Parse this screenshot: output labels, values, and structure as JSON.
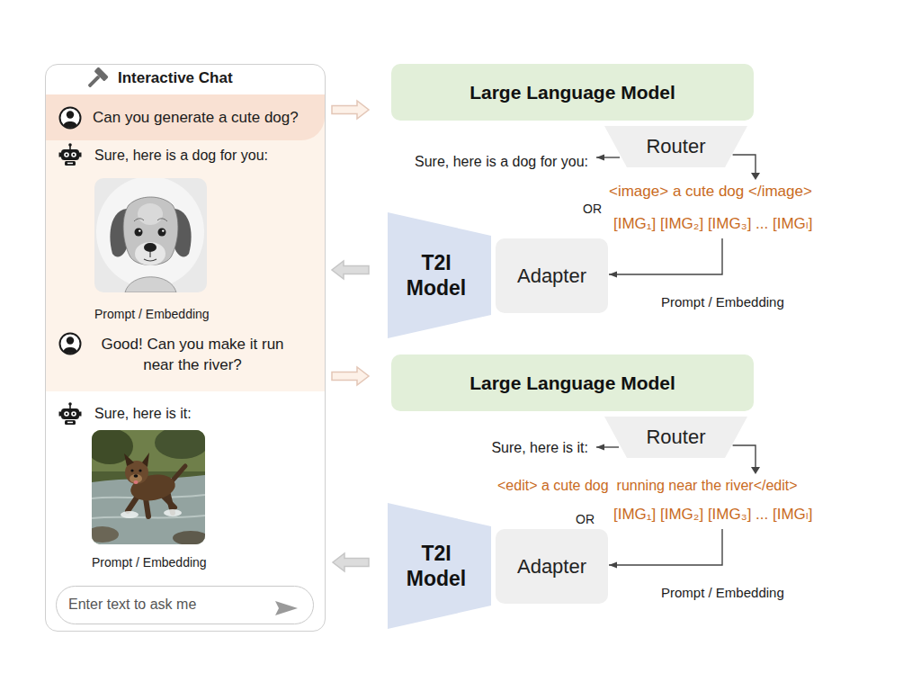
{
  "diagram": {
    "nodes": [
      {
        "text": [
          "Interactive Chat",
          "Sure, here is it:",
          "Prompt / Embedding"
        ]
      },
      {
        "text": [
          "Can you generate a cute dog?"
        ],
        "in": 0
      },
      {
        "text": [
          "Sure, here is a dog for you:",
          "Prompt / Embedding",
          "Good! Can you make it run near the river?"
        ],
        "in": 0
      },
      {
        "text": [
          "Enter text to ask me"
        ],
        "in": 0
      },
      {
        "text": [
          "Large Language Model"
        ]
      },
      {
        "text": [
          "Router"
        ]
      },
      {
        "text": [
          "Adapter"
        ]
      },
      {
        "text": [
          "T2I Model"
        ]
      },
      {
        "text": [
          "Large Language Model"
        ]
      },
      {
        "text": [
          "Router"
        ]
      },
      {
        "text": [
          "Adapter"
        ]
      },
      {
        "text": [
          "T2I Model"
        ]
      }
    ],
    "edges": [
      {
        "from": 1,
        "to": 4,
        "arrow": "to"
      },
      {
        "from": 5,
        "to": 6,
        "arrow": "to",
        "label": "Prompt / Embedding"
      },
      {
        "from": 7,
        "to": 2,
        "arrow": "to"
      },
      {
        "from": 2,
        "to": 8,
        "arrow": "to"
      },
      {
        "from": 9,
        "to": 10,
        "arrow": "to",
        "label": "Prompt / Embedding"
      },
      {
        "from": 11,
        "to": 0,
        "arrow": "to"
      }
    ],
    "labels": [
      "Sure, here is a dog for you:",
      "<image> a cute dog </image>",
      "OR",
      "[IMG₁] [IMG₂] [IMG₃] ... [IMGₗ]",
      "Sure, here is it:",
      "<edit> a cute dog  running near the river</edit>",
      "OR",
      "[IMG₁] [IMG₂] [IMG₃] ... [IMGₗ]"
    ]
  }
}
